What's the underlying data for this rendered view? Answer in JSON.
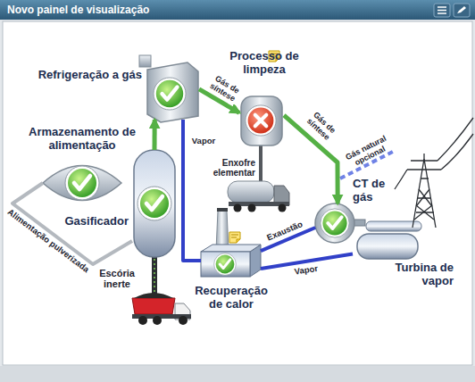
{
  "diagram": {
    "title": "Novo painel de visualização",
    "nodes": [
      {
        "text": [
          "Refrigeração a gás"
        ]
      },
      {
        "text": [
          "Processo de limpeza"
        ]
      },
      {
        "text": [
          "Armazenamento de alimentação"
        ]
      },
      {
        "text": [
          "Gasificador"
        ]
      },
      {
        "text": [
          "CT de gás"
        ]
      },
      {
        "text": [
          "Recuperação de calor"
        ]
      },
      {
        "text": [
          "Turbina de vapor"
        ]
      }
    ],
    "edges": [
      {
        "from": 2,
        "to": 3,
        "label": "Alimentação pulverizada",
        "arrow": "none"
      },
      {
        "from": 3,
        "to": 0,
        "arrow": "to"
      },
      {
        "from": 0,
        "to": 1,
        "label": "Gás de síntese",
        "arrow": "to"
      },
      {
        "from": 1,
        "to": 4,
        "label": "Gás de síntese",
        "arrow": "to"
      },
      {
        "from": 0,
        "to": 5,
        "label": "Vapor",
        "arrow": "none"
      },
      {
        "from": 4,
        "to": 5,
        "label": "Exaustão",
        "arrow": "none"
      },
      {
        "from": 5,
        "to": 6,
        "label": "Vapor",
        "arrow": "none"
      }
    ],
    "labels": [
      "Enxofre elementar",
      "Escória inerte",
      "Gás natural opcional"
    ]
  }
}
